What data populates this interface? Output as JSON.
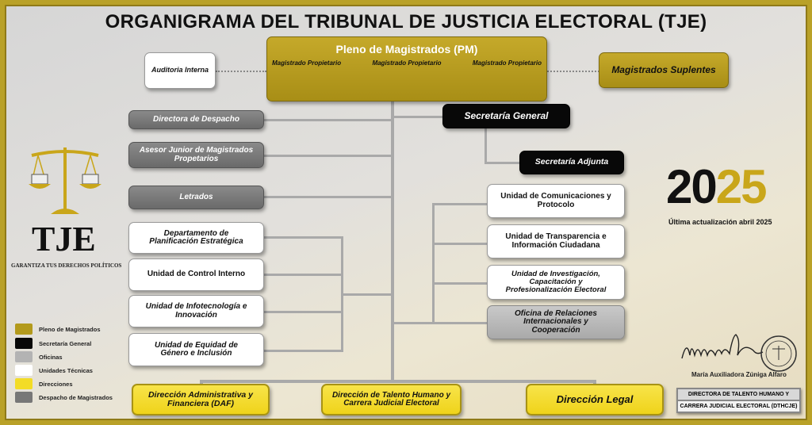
{
  "title": "ORGANIGRAMA DEL TRIBUNAL DE JUSTICIA ELECTORAL (TJE)",
  "pleno": {
    "title": "Pleno de Magistrados (PM)",
    "members": [
      "Magistrado Propietario",
      "Magistrado Propietario",
      "Magistrado Propietario"
    ]
  },
  "auditoria": "Auditoria Interna",
  "suplentes": "Magistrados Suplentes",
  "left_units": [
    "Directora de Despacho",
    "Asesor Junior de Magistrados Propetarios",
    "Letrados",
    "Departamento de Planificación Estratégica",
    "Unidad de Control Interno",
    "Unidad de Infotecnología e Innovación",
    "Unidad de Equidad de Género e Inclusión"
  ],
  "secretaria_general": "Secretaría General",
  "secretaria_adjunta": "Secretaría Adjunta",
  "right_units": [
    "Unidad de Comunicaciones y Protocolo",
    "Unidad de Transparencia e Información Ciudadana",
    "Unidad de Investigación, Capacitación y Profesionalización Electoral",
    "Oficina de Relaciones Internacionales y Cooperación"
  ],
  "direcciones": [
    "Dirección Administrativa y Financiera (DAF)",
    "Dirección de Talento Humano y Carrera Judicial Electoral",
    "Dirección Legal"
  ],
  "logo": {
    "text": "TJE",
    "tagline": "GARANTIZA TUS DERECHOS POLÍTICOS"
  },
  "year": {
    "a": "20",
    "b": "25",
    "note": "Última actualización abril 2025"
  },
  "legend": [
    {
      "label": "Pleno de Magistrados",
      "color": "#b39a1c"
    },
    {
      "label": "Secretaría General",
      "color": "#080808"
    },
    {
      "label": "Oficinas",
      "color": "#b3b3b3"
    },
    {
      "label": "Unidades Técnicas",
      "color": "#ffffff"
    },
    {
      "label": "Direcciones",
      "color": "#f3dc26"
    },
    {
      "label": "Despacho de Magistrados",
      "color": "#777777"
    }
  ],
  "signature": {
    "name": "María Auxiliadora Zúniga Alfaro",
    "role_line1": "DIRECTORA DE TALENTO HUMANO Y",
    "role_line2": "CARRERA JUDICIAL ELECTORAL (DTHCJE)"
  }
}
